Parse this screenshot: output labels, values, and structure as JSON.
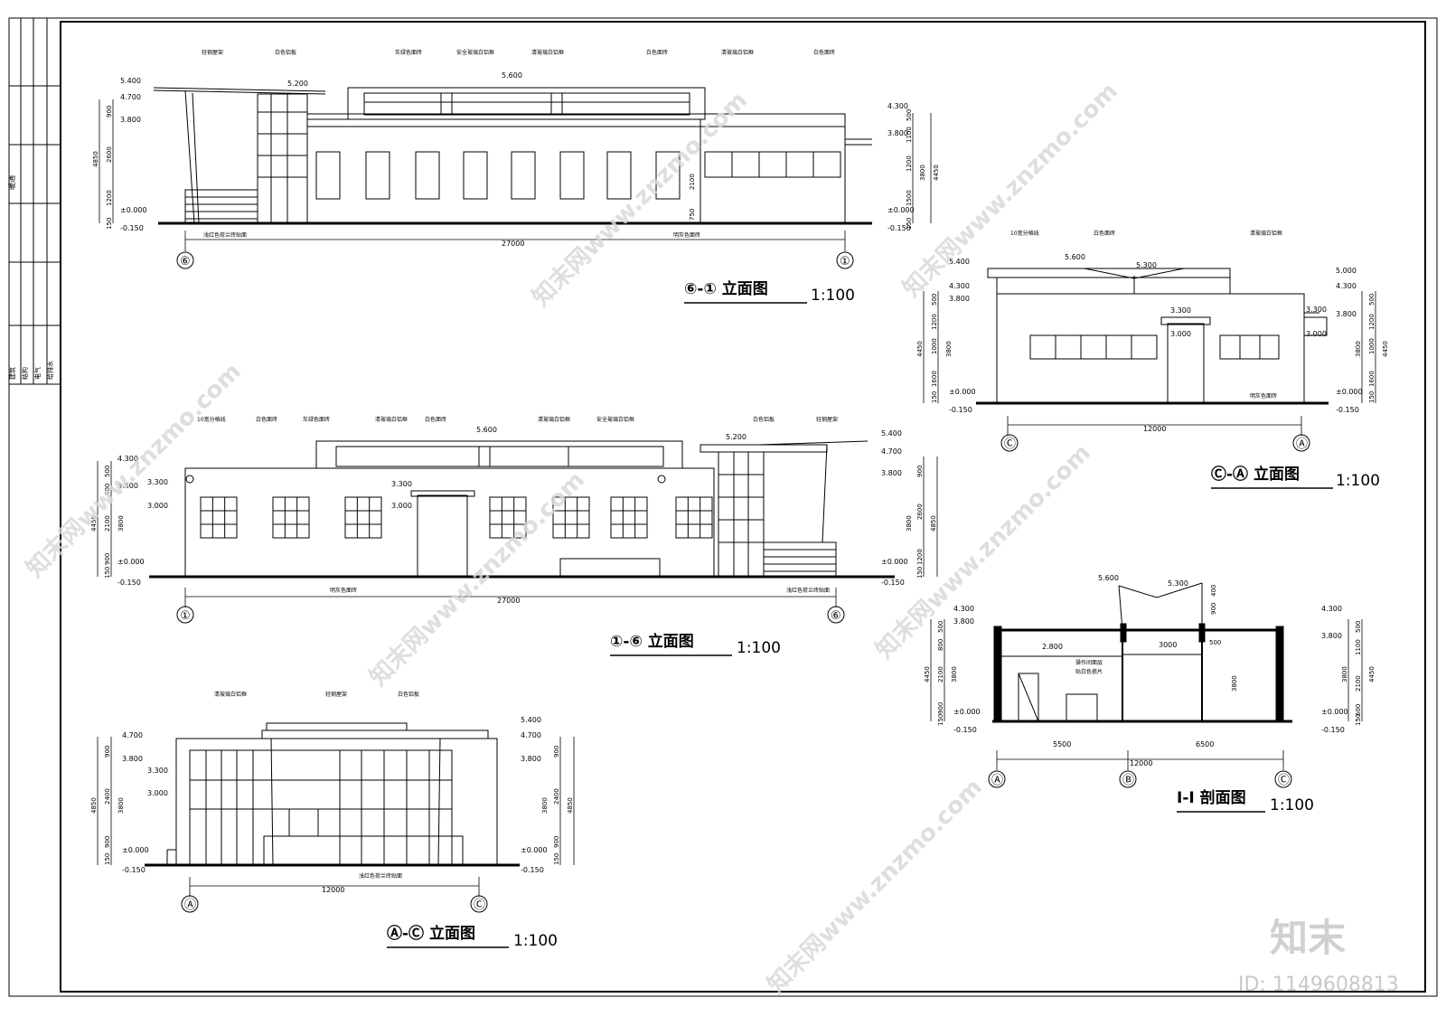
{
  "title_block": {
    "discipline_top": "暖通",
    "discipline_list": [
      "建筑",
      "结构",
      "电气",
      "给排水"
    ]
  },
  "elevation_6_1": {
    "title": "⑥-① 立面图",
    "scale": "1:100",
    "total_width": "27000",
    "axis_left": "⑥",
    "axis_right": "①",
    "levels": [
      "5.400",
      "4.700",
      "3.800",
      "±0.000",
      "-0.150",
      "5.200",
      "5.600",
      "4.300",
      "3.800",
      "±0.000",
      "-0.150"
    ],
    "dims_left": [
      "900",
      "2600",
      "1200",
      "150",
      "4850"
    ],
    "dims_right": [
      "500",
      "1100",
      "1200",
      "1500",
      "150",
      "3800",
      "4450"
    ],
    "mid_dims": [
      "2100",
      "750"
    ],
    "notes_top": [
      "轻钢屋架",
      "白色铝板",
      "灰绿色面砖",
      "安全玻璃白铝框",
      "清玻璃白铝框",
      "白色面砖",
      "清玻璃白铝框",
      "白色面砖"
    ],
    "notes_bottom": [
      "浅红色荷兰砖贴面",
      "明灰色面砖"
    ]
  },
  "elevation_1_6": {
    "title": "①-⑥ 立面图",
    "scale": "1:100",
    "total_width": "27000",
    "axis_left": "①",
    "axis_right": "⑥",
    "levels_left": [
      "4.300",
      "3.800",
      "3.300",
      "3.000",
      "±0.000",
      "-0.150"
    ],
    "levels_right": [
      "5.400",
      "4.700",
      "3.800",
      "±0.000",
      "-0.150"
    ],
    "top_levels": [
      "5.600",
      "5.200",
      "3.300",
      "3.000"
    ],
    "dims_left": [
      "500",
      "800",
      "2100",
      "900",
      "150",
      "3800",
      "4450"
    ],
    "dims_right": [
      "900",
      "2600",
      "1200",
      "150",
      "3800",
      "4850"
    ],
    "notes_top": [
      "10宽分格线",
      "白色面砖",
      "灰绿色面砖",
      "清玻璃白铝框",
      "白色面砖",
      "清玻璃白铝框",
      "安全玻璃白铝框",
      "白色铝板",
      "轻钢屋架"
    ],
    "notes_bottom": [
      "明灰色面砖",
      "浅红色荷兰砖贴面"
    ]
  },
  "elevation_c_a": {
    "title": "Ⓒ-Ⓐ 立面图",
    "scale": "1:100",
    "total_width": "12000",
    "axis_left": "Ⓒ",
    "axis_right": "Ⓐ",
    "levels_left": [
      "5.400",
      "4.300",
      "3.800",
      "±0.000",
      "-0.150"
    ],
    "levels_right": [
      "5.000",
      "4.300",
      "3.800",
      "3.300",
      "3.000",
      "±0.000",
      "-0.150"
    ],
    "top_levels": [
      "5.600",
      "5.300",
      "3.300",
      "3.000"
    ],
    "dims_left": [
      "500",
      "1200",
      "1000",
      "1600",
      "150",
      "3800",
      "4450"
    ],
    "dims_right": [
      "500",
      "1200",
      "1000",
      "1600",
      "150",
      "3800",
      "4450"
    ],
    "notes_top": [
      "10宽分格线",
      "白色面砖",
      "清玻璃白铝框"
    ],
    "notes_bottom": [
      "明灰色面砖"
    ]
  },
  "section_1_1": {
    "title": "I-I 剖面图",
    "scale": "1:100",
    "total_width": "12000",
    "segment_widths": [
      "5500",
      "6500"
    ],
    "axes": [
      "Ⓐ",
      "Ⓑ",
      "Ⓒ"
    ],
    "levels_left": [
      "4.300",
      "3.800",
      "±0.000",
      "-0.150"
    ],
    "levels_right": [
      "4.300",
      "3.800",
      "±0.000",
      "-0.150"
    ],
    "top_levels": [
      "5.600",
      "5.300",
      "2.800"
    ],
    "inner_dims": [
      "3000",
      "3800",
      "500",
      "900",
      "400"
    ],
    "dims_left": [
      "500",
      "800",
      "2100",
      "900",
      "150",
      "3800",
      "4450"
    ],
    "dims_right": [
      "500",
      "1100",
      "2100",
      "600",
      "150",
      "3800",
      "4450"
    ],
    "room_note": [
      "操作间面层",
      "贴白色瓷片"
    ]
  },
  "elevation_a_c": {
    "title": "Ⓐ-Ⓒ 立面图",
    "scale": "1:100",
    "total_width": "12000",
    "axis_left": "Ⓐ",
    "axis_right": "Ⓒ",
    "levels_left": [
      "4.700",
      "3.800",
      "3.300",
      "3.000",
      "±0.000",
      "-0.150"
    ],
    "levels_right": [
      "5.400",
      "4.700",
      "3.800",
      "±0.000",
      "-0.150"
    ],
    "dims_left": [
      "900",
      "2400",
      "900",
      "150",
      "3800",
      "4850"
    ],
    "dims_right": [
      "900",
      "2400",
      "900",
      "150",
      "3800",
      "4850"
    ],
    "notes_top": [
      "清玻璃白铝框",
      "轻钢屋架",
      "白色铝板"
    ],
    "notes_bottom": [
      "浅红色荷兰砖贴面"
    ]
  },
  "watermark": {
    "logo": "知末",
    "id_text": "ID: 1149608813",
    "repeat": "知末网www.znzmo.com"
  }
}
